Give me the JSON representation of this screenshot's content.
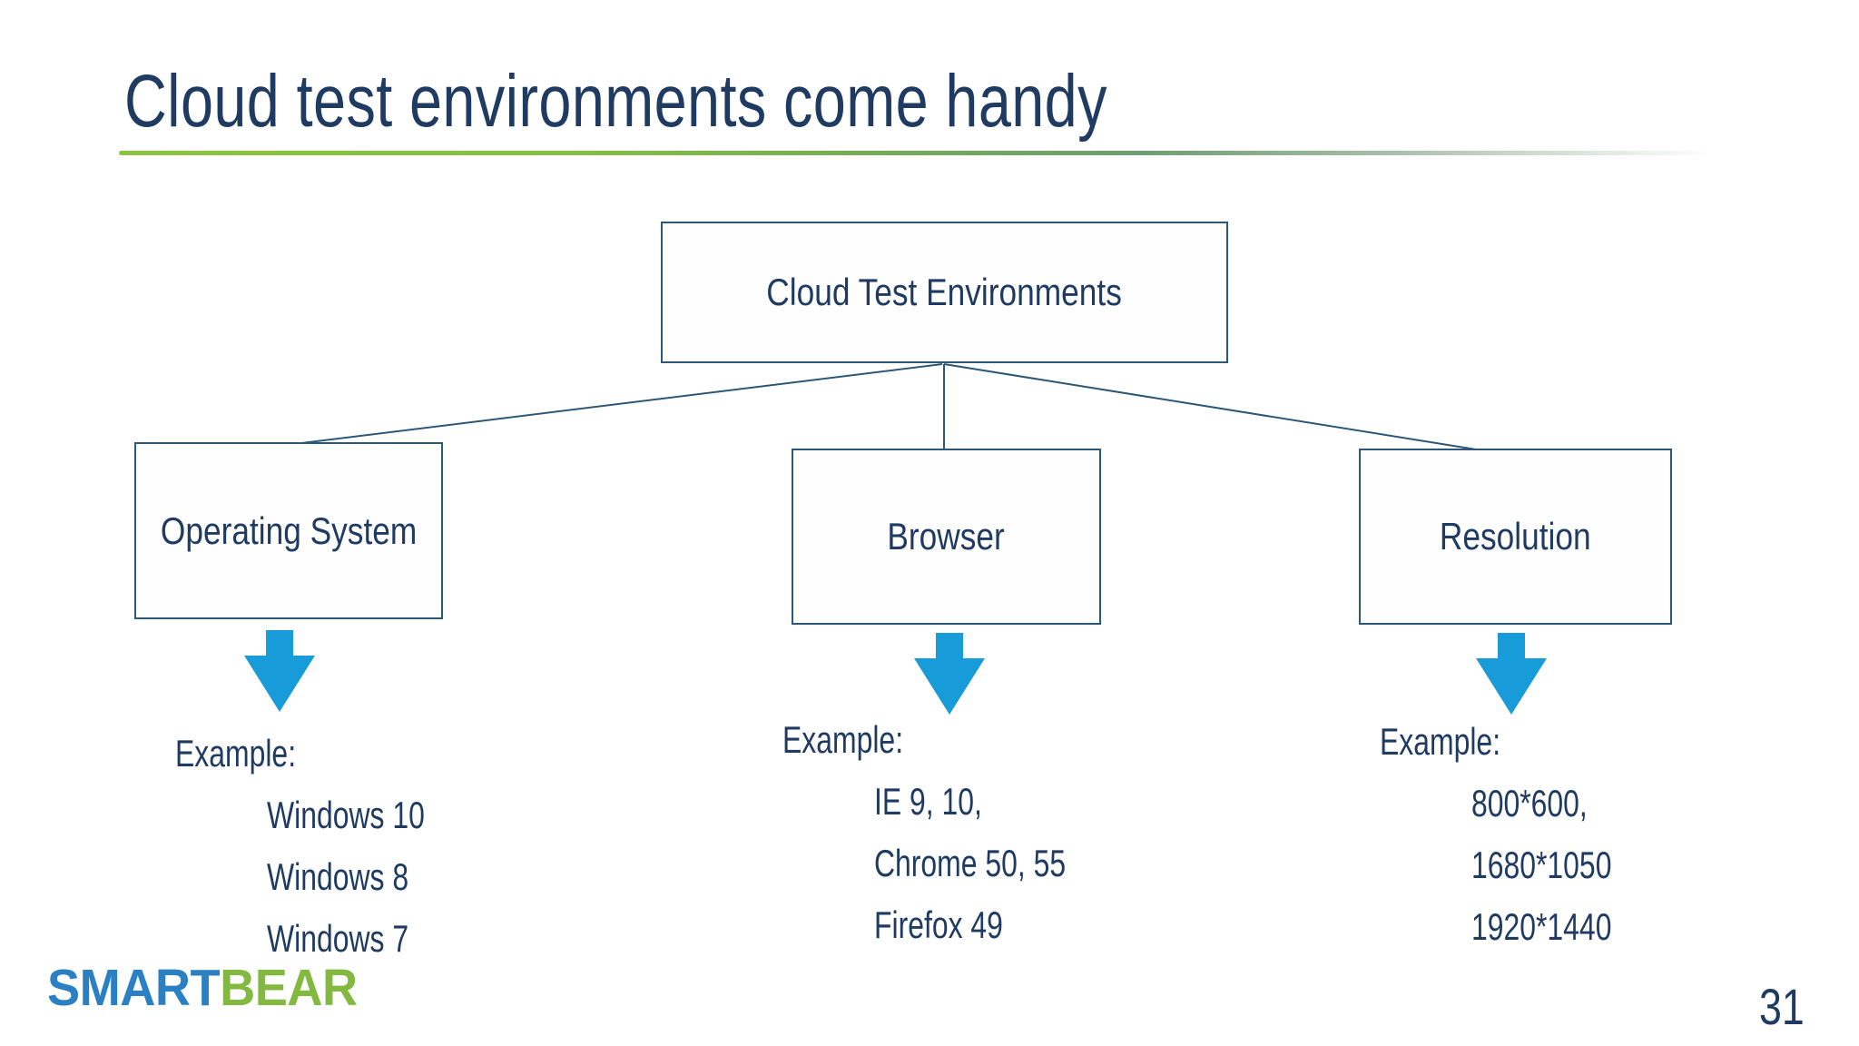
{
  "slide": {
    "title": "Cloud test environments come handy",
    "page_number": "31"
  },
  "logo": {
    "smart": "SMART",
    "bear": "BEAR"
  },
  "diagram": {
    "root_label": "Cloud Test Environments",
    "columns": [
      {
        "box_label": "Operating System",
        "example_heading": "Example:",
        "items": [
          "Windows 10",
          "Windows 8",
          "Windows 7"
        ]
      },
      {
        "box_label": "Browser",
        "example_heading": "Example:",
        "items": [
          "IE 9, 10,",
          "Chrome 50, 55",
          "Firefox 49"
        ]
      },
      {
        "box_label": "Resolution",
        "example_heading": "Example:",
        "items": [
          "800*600,",
          "1680*1050",
          "1920*1440"
        ]
      }
    ]
  },
  "colors": {
    "title_text": "#1f3b62",
    "body_text": "#1f3b62",
    "box_border": "#2b5878",
    "connector_line": "#2b5878",
    "arrow_blue": "#189cd9",
    "accent_green": "#8dc63f",
    "logo_blue": "#2b7fc3",
    "logo_green": "#83b841"
  }
}
